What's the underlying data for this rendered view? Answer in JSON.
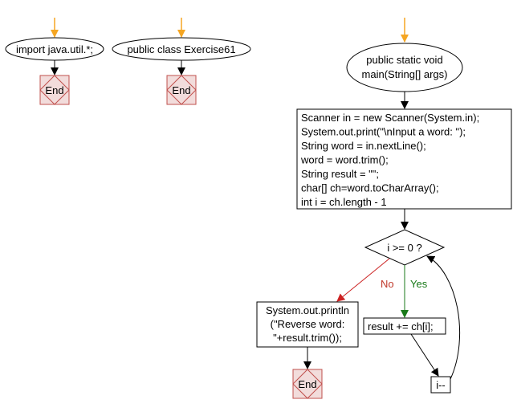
{
  "nodes": {
    "import_oval": "import java.util.*;",
    "class_oval": "public class Exercise61",
    "main_oval_line1": "public static void",
    "main_oval_line2": "main(String[] args)",
    "code_block": [
      "Scanner in = new Scanner(System.in);",
      "System.out.print(\"\\nInput a word: \");",
      "String word = in.nextLine();",
      "word = word.trim();",
      "String result = \"\";",
      "char[] ch=word.toCharArray();",
      "int i = ch.length - 1"
    ],
    "condition": "i >= 0 ?",
    "print_block": [
      "System.out.println",
      "(\"Reverse word: ",
      "\"+result.trim());"
    ],
    "result_block": "result += ch[i];",
    "decrement_block": "i--",
    "end_1": "End",
    "end_2": "End",
    "end_3": "End"
  },
  "edges": {
    "no_label": "No",
    "yes_label": "Yes"
  },
  "colors": {
    "entry_arrow": "#f5a623",
    "no_branch": "#cc2222",
    "yes_branch": "#1a7a1a",
    "end_border": "#c0504d",
    "end_fill": "#f2dcdb"
  }
}
